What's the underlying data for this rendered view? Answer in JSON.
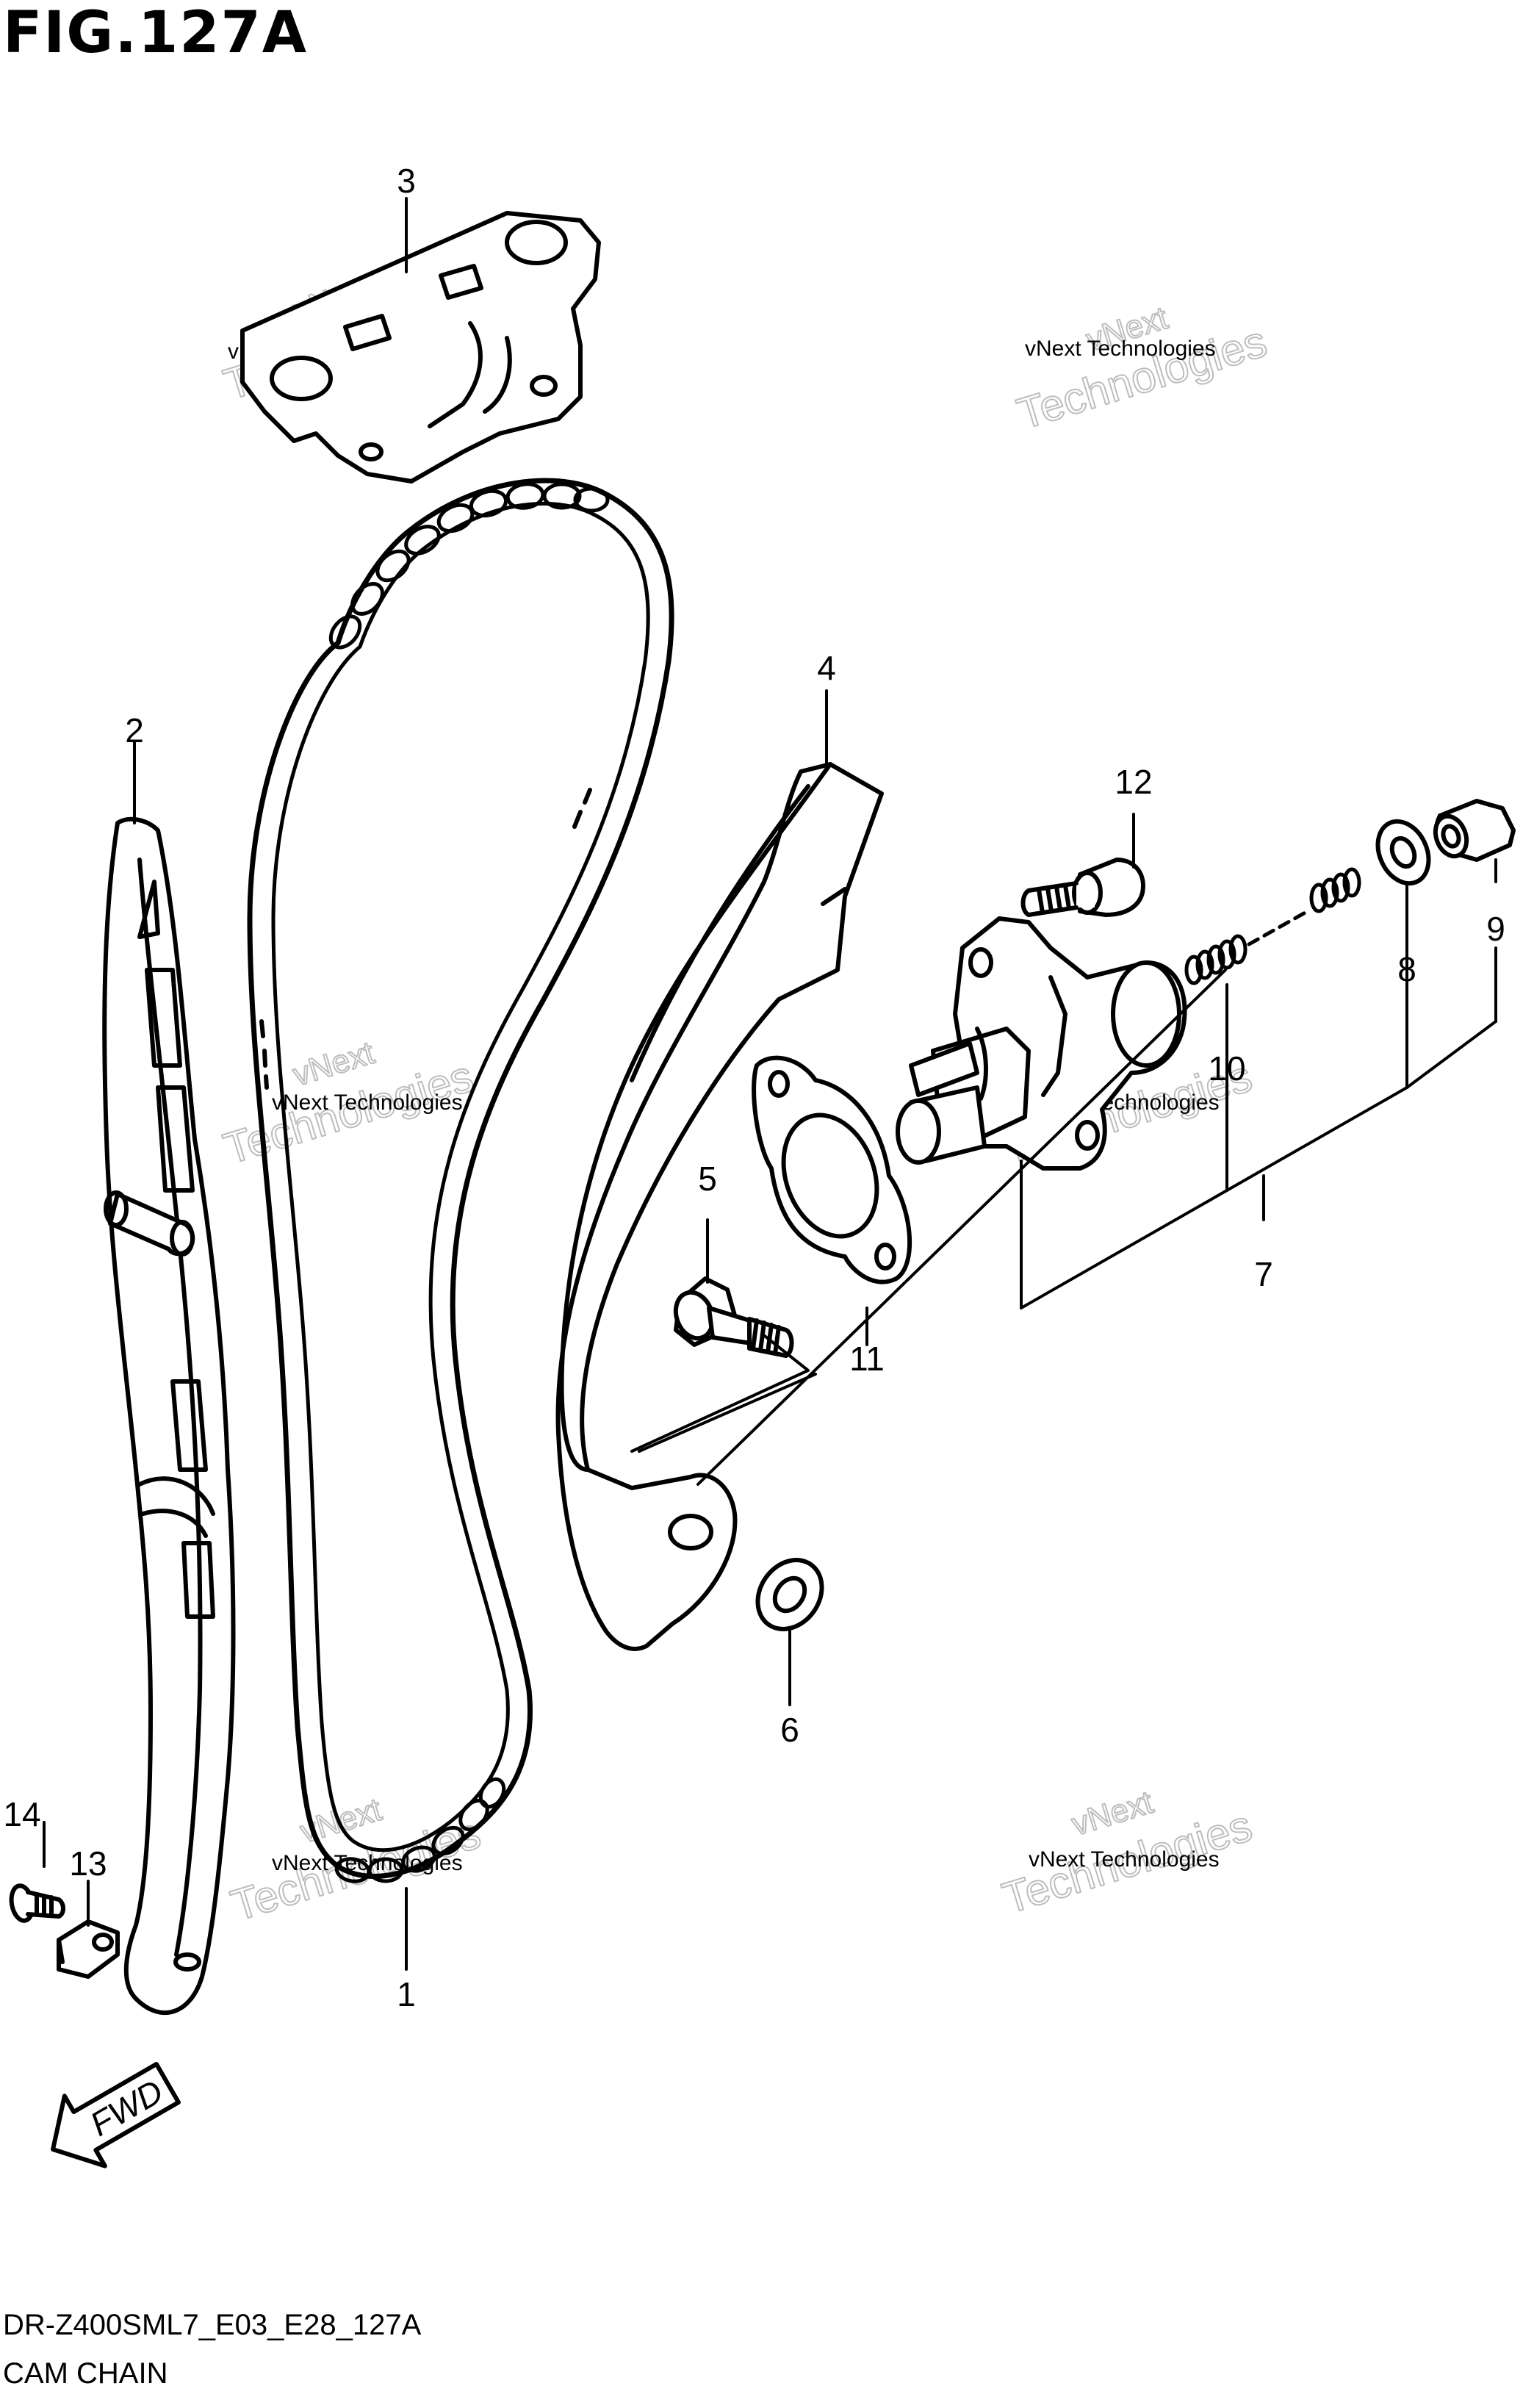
{
  "figure": {
    "title": "FIG.127A",
    "code": "DR-Z400SML7_E03_E28_127A",
    "caption": "CAM CHAIN"
  },
  "callouts": [
    "1",
    "2",
    "3",
    "4",
    "5",
    "6",
    "7",
    "8",
    "9",
    "10",
    "11",
    "12",
    "13",
    "14"
  ],
  "fwd_label": "FWD",
  "watermark": {
    "line1": "vNext Technologies",
    "line2": "vNext",
    "line3": "Technologies"
  }
}
